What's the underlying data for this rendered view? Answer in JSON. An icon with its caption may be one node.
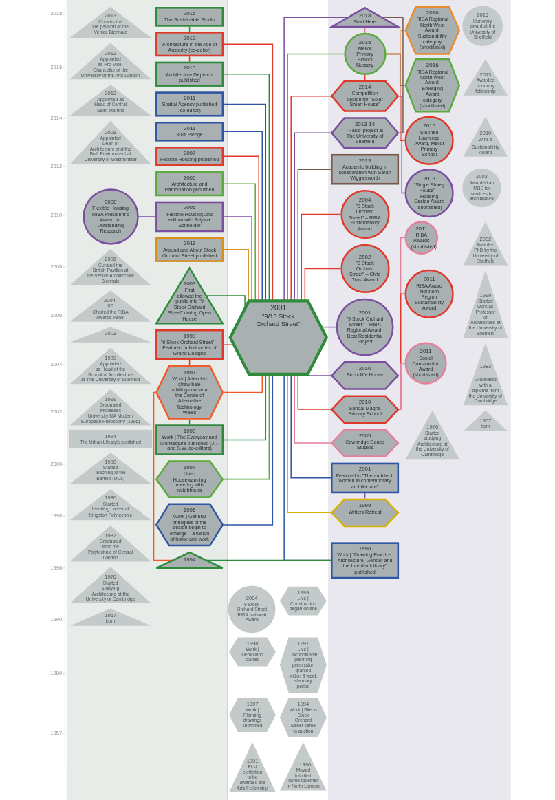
{
  "diagram": {
    "nodes": [
      {
        "text": [
          "2015",
          "The Sustainable Studio"
        ]
      },
      {
        "text": [
          "2012",
          "Architecture in the Age of Austerity (co-editor)"
        ]
      },
      {
        "text": [
          "2011",
          "30% Pledge"
        ]
      },
      {
        "text": [
          "2011",
          "Spatial Agency published (co-editor)"
        ]
      },
      {
        "text": [
          "2010",
          "Architecture Depends published"
        ]
      },
      {
        "text": [
          "2007",
          "Flexible Housing published"
        ]
      },
      {
        "text": [
          "2005",
          "Architecture and Participation published"
        ]
      },
      {
        "text": [
          "2008",
          "Flexible Housing RIBA President's Award for Outstanding Research"
        ]
      },
      {
        "text": [
          "2005",
          "Flexible Housing 2nd edition with Tatjana Schneider"
        ]
      },
      {
        "text": [
          "2013",
          "Curates the UK pavilion at the Venice Biennale"
        ]
      },
      {
        "text": [
          "2012",
          "Appointed as Pro-Vice-Chancellor of the University of the Arts London"
        ]
      },
      {
        "text": [
          "2012",
          "Appointed as Head of Central Saint Martins"
        ]
      },
      {
        "text": [
          "2008",
          "Appointed Dean of Architecture and the Built Environment at University of Westminster"
        ]
      },
      {
        "text": [
          "2006",
          "Curated the British Pavilion at the Venice Architecture Biennale"
        ]
      },
      {
        "text": [
          "2004-06",
          "Chaired the RIBA Awards Panel"
        ]
      },
      {
        "text": [
          "2003"
        ]
      },
      {
        "text": [
          "1999",
          "Appointed as Head of the School of Architecture at The University of Sheffield"
        ]
      },
      {
        "text": [
          "1999",
          "Graduated Middlesex University MA Modern European Philosophy (1996)"
        ]
      },
      {
        "text": [
          "1994",
          "The Urban Lifestyle published"
        ]
      },
      {
        "text": [
          "1990",
          "Started teaching at the Bartlett (UCL)"
        ]
      },
      {
        "text": [
          "1986",
          "Started teaching career at Kingston Polytechnic"
        ]
      },
      {
        "text": [
          "1982",
          "Graduated from the Polytechnic of Central London"
        ]
      },
      {
        "text": [
          "1976",
          "Started studying Architecture at the University of Cambridge"
        ]
      },
      {
        "text": [
          "1957",
          "born"
        ]
      },
      {
        "text": [
          "2011",
          "Around and About Stock Orchard Street published"
        ]
      },
      {
        "text": [
          "2004",
          "9 Stock Orchard Street RIBA National Award"
        ]
      },
      {
        "text": [
          "2004",
          "\"9 Stock Orchard Street\" – RIBA Sustainability Award"
        ]
      },
      {
        "text": [
          "2003",
          "First allowed the public into \"9 Stock Orchard Street\" during Open House"
        ]
      },
      {
        "text": [
          "2002",
          "\"9 Stock Orchard Street\" – Civic Trust Award"
        ]
      },
      {
        "text": [
          "2001",
          "\"9 Stock Orchard Street\" – RIBA Regional Award, Best Residential Project"
        ]
      },
      {
        "text": [
          "2001",
          "\"9/10 Stock Orchard Street\""
        ]
      },
      {
        "text": [
          "1999",
          "\"9 Stock Orchard Street\" – Featured in first series of Grand Designs"
        ]
      },
      {
        "text": [
          "1999",
          "Live | Construction began on site"
        ]
      },
      {
        "text": [
          "1998",
          "Work | Demolition started"
        ]
      },
      {
        "text": [
          "1998",
          "Work | The Everyday and Architecture published (J.T. and S.W. co-editors)"
        ]
      },
      {
        "text": [
          "1997",
          "Live | Housewarming meeting with neighbours"
        ]
      },
      {
        "text": [
          "1997",
          "Live | Unconditional planning permission granted within 8 week statutory period"
        ]
      },
      {
        "text": [
          "1997",
          "Work | Attended straw bale building course at the Centre of Alternative Technology, Wales"
        ]
      },
      {
        "text": [
          "1997",
          "Work | Planning drawings submitted"
        ]
      },
      {
        "text": [
          "1994",
          "Work | Site in Stock Orchard Street came to auction"
        ]
      },
      {
        "text": [
          "1991",
          "First exhibition to be awarded the Arts Fellowship"
        ]
      },
      {
        "text": [
          "c.1990",
          "Moved into first home together in North London"
        ]
      },
      {
        "text": [
          "1996",
          "Work | General principles of the design begin to emerge – a fusion of home and work"
        ]
      },
      {
        "text": [
          "1994"
        ]
      },
      {
        "text": [
          "2016",
          "RIBA Regional North West Award, Sustainability category (shortlisted)"
        ]
      },
      {
        "text": [
          "2018",
          "Start Here"
        ]
      },
      {
        "text": [
          "2016",
          "Honorary award at the University of Sheffield"
        ]
      },
      {
        "text": [
          "2016",
          "RIBA Regional North West Award, Emerging Award category (shortlisted)"
        ]
      },
      {
        "text": [
          "2015",
          "Mellor Primary School Nursery"
        ]
      },
      {
        "text": [
          "2016",
          "Stephen Lawrence Award, Mellor Primary School"
        ]
      },
      {
        "text": [
          "2013",
          "\"Single Storey House\" – Housing Design Award (shortlisted)"
        ]
      },
      {
        "text": [
          "2014",
          "Competition design for \"Solar Smart House\""
        ]
      },
      {
        "text": [
          "2013-14",
          "\"Haus\" project at The University of Sheffield"
        ]
      },
      {
        "text": [
          "2013",
          "Academic building in collaboration with Sarah Wigglesworth"
        ]
      },
      {
        "text": [
          "2013",
          "Awarded honorary fellowship"
        ]
      },
      {
        "text": [
          "2011",
          "RIBA Awards (shortlisted)"
        ]
      },
      {
        "text": [
          "2011",
          "RIBA Award Northern Region Sustainability Award"
        ]
      },
      {
        "text": [
          "2011",
          "Social Construction Award (shortlisted)"
        ]
      },
      {
        "text": [
          "2010",
          "Birchcliffe House"
        ]
      },
      {
        "text": [
          "2010",
          "Sandal Magna Primary School"
        ]
      },
      {
        "text": [
          "2010",
          "Wins a Sustainability Award"
        ]
      },
      {
        "text": [
          "2005",
          "Cowbridge Dance Studios"
        ]
      },
      {
        "text": [
          "2003",
          "Awarded an MBE for services to architecture"
        ]
      },
      {
        "text": [
          "2002",
          "Awarded PhD by the University of Sheffield"
        ]
      },
      {
        "text": [
          "2001",
          "Featured in \"The architect: women in contemporary architecture\""
        ]
      },
      {
        "text": [
          "1999",
          "Writers Retreat"
        ]
      },
      {
        "text": [
          "1999",
          "Started work as Professor of Architecture at the University of Sheffield"
        ]
      },
      {
        "text": [
          "1996",
          "Work | \"Drawing Practice: Architecture, Gender and the Interdisciplinary\" published"
        ]
      },
      {
        "text": [
          "1983",
          "Graduated with a diploma from the University of Cambridge"
        ]
      },
      {
        "text": [
          "1976",
          "Started studying Architecture at the University of Cambridge"
        ]
      },
      {
        "text": [
          "1957",
          "born"
        ]
      }
    ],
    "edges": [
      {
        "from": 0,
        "to": 1,
        "arrow": "none",
        "color": "#2e8b3a"
      },
      {
        "from": 1,
        "to": 4,
        "arrow": "none",
        "color": "#e0392b"
      },
      {
        "from": 7,
        "to": 8,
        "arrow": "none",
        "color": "#7b4fa0"
      },
      {
        "from": 1,
        "to": 30,
        "arrow": "none",
        "color": "#e0392b"
      },
      {
        "from": 2,
        "to": 30,
        "arrow": "none",
        "color": "#2f55a4"
      },
      {
        "from": 3,
        "to": 30,
        "arrow": "none",
        "color": "#2f55a4"
      },
      {
        "from": 4,
        "to": 30,
        "arrow": "none",
        "color": "#2e8b3a"
      },
      {
        "from": 5,
        "to": 30,
        "arrow": "none",
        "color": "#e0392b"
      },
      {
        "from": 6,
        "to": 30,
        "arrow": "none",
        "color": "#5aab3c"
      },
      {
        "from": 8,
        "to": 30,
        "arrow": "none",
        "color": "#7b4fa0"
      },
      {
        "from": 24,
        "to": 30,
        "arrow": "none",
        "color": "#d8901a"
      },
      {
        "from": 26,
        "to": 30,
        "arrow": "none",
        "color": "#e0392b"
      },
      {
        "from": 27,
        "to": 30,
        "arrow": "none",
        "color": "#2e8b3a"
      },
      {
        "from": 28,
        "to": 30,
        "arrow": "none",
        "color": "#e0392b"
      },
      {
        "from": 29,
        "to": 30,
        "arrow": "none",
        "color": "#7b4fa0"
      },
      {
        "from": 31,
        "to": 30,
        "arrow": "none",
        "color": "#e0392b"
      },
      {
        "from": 34,
        "to": 30,
        "arrow": "none",
        "color": "#2e8b3a"
      },
      {
        "from": 35,
        "to": 30,
        "arrow": "none",
        "color": "#5aab3c"
      },
      {
        "from": 37,
        "to": 30,
        "arrow": "none",
        "color": "#f05a28"
      },
      {
        "from": 42,
        "to": 30,
        "arrow": "none",
        "color": "#2f55a4"
      },
      {
        "from": 34,
        "to": 37,
        "arrow": "none",
        "color": "#2e8b3a"
      },
      {
        "from": 31,
        "to": 37,
        "arrow": "none",
        "color": "#e0392b"
      },
      {
        "from": 37,
        "to": 43,
        "arrow": "none",
        "color": "#f05a28"
      },
      {
        "from": 30,
        "to": 45,
        "arrow": "none",
        "color": "#7b4fa0"
      },
      {
        "from": 30,
        "to": 48,
        "arrow": "none",
        "color": "#5aab3c"
      },
      {
        "from": 30,
        "to": 51,
        "arrow": "none",
        "color": "#e0392b"
      },
      {
        "from": 30,
        "to": 52,
        "arrow": "none",
        "color": "#7b4fa0"
      },
      {
        "from": 30,
        "to": 53,
        "arrow": "none",
        "color": "#7a5a4a"
      },
      {
        "from": 30,
        "to": 58,
        "arrow": "none",
        "color": "#7b4fa0"
      },
      {
        "from": 30,
        "to": 59,
        "arrow": "none",
        "color": "#e0392b"
      },
      {
        "from": 30,
        "to": 61,
        "arrow": "none",
        "color": "#e5809b"
      },
      {
        "from": 30,
        "to": 64,
        "arrow": "none",
        "color": "#2f55a4"
      },
      {
        "from": 30,
        "to": 65,
        "arrow": "none",
        "color": "#d8b000"
      },
      {
        "from": 30,
        "to": 67,
        "arrow": "none",
        "color": "#2f55a4"
      },
      {
        "from": 48,
        "to": 44,
        "arrow": "none",
        "color": "#e88a30"
      },
      {
        "from": 48,
        "to": 47,
        "arrow": "none",
        "color": "#5aab3c"
      },
      {
        "from": 45,
        "to": 48,
        "arrow": "none",
        "color": "#e5809b"
      },
      {
        "from": 48,
        "to": 51,
        "arrow": "none",
        "color": "#e0392b"
      },
      {
        "from": 51,
        "to": 50,
        "arrow": "none",
        "color": "#7b4fa0"
      },
      {
        "from": 45,
        "to": 52,
        "arrow": "none",
        "color": "#7a5a4a"
      },
      {
        "from": 59,
        "to": 55,
        "arrow": "none",
        "color": "#e5809b"
      },
      {
        "from": 59,
        "to": 56,
        "arrow": "none",
        "color": "#e0392b"
      },
      {
        "from": 59,
        "to": 57,
        "arrow": "none",
        "color": "#e5809b"
      },
      {
        "from": 64,
        "to": 65,
        "arrow": "none",
        "color": "#7b4fa0"
      },
      {
        "from": 43,
        "to": 67,
        "arrow": "none",
        "color": "#2e8b3a"
      },
      {
        "from": 48,
        "to": 49,
        "arrow": "none",
        "color": "#e0392b"
      }
    ],
    "labels": [
      "2018",
      "2016",
      "2014",
      "2012",
      "2010",
      "2008",
      "2006",
      "2004",
      "2002",
      "2000",
      "1998",
      "1996",
      "1990",
      "1980",
      "1957"
    ]
  }
}
